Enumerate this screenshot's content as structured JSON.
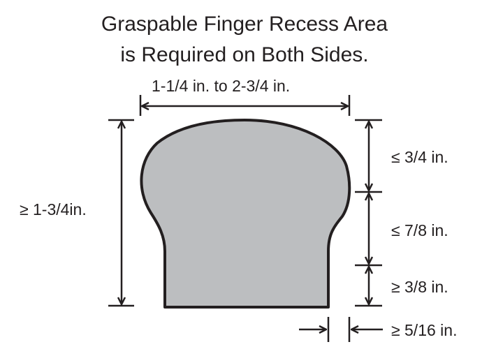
{
  "title": {
    "line1": "Graspable Finger Recess Area",
    "line2": "is Required on Both Sides."
  },
  "dimensions": {
    "top_width": "1-1/4 in. to 2-3/4 in.",
    "total_height": "≥ 1-3/4in.",
    "upper_height": "≤ 3/4 in.",
    "middle_height": "≤ 7/8 in.",
    "lower_height": "≥ 3/8 in.",
    "recess_depth": "≥ 5/16 in."
  },
  "colors": {
    "profile_fill": "#bcbec0",
    "stroke": "#231f20"
  }
}
